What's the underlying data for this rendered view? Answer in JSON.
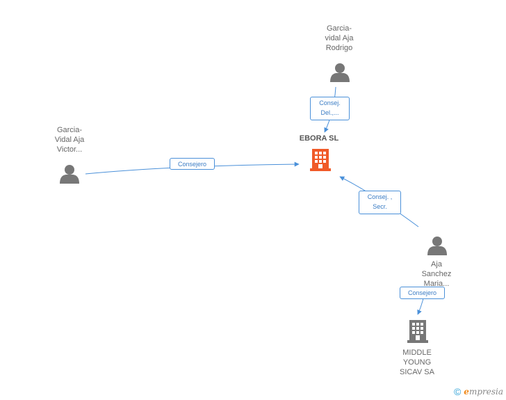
{
  "nodes": {
    "victor": {
      "label": "Garcia-\nVidal Aja\nVictor...",
      "type": "person"
    },
    "rodrigo": {
      "label": "Garcia-\nvidal Aja\nRodrigo",
      "type": "person"
    },
    "ebora": {
      "label": "EBORA SL",
      "type": "company",
      "highlight_color": "#f05a28"
    },
    "maria": {
      "label": "Aja\nSanchez\nMaria...",
      "type": "person"
    },
    "middle": {
      "label": "MIDDLE\nYOUNG\nSICAV SA",
      "type": "company"
    }
  },
  "edges": {
    "victor_ebora": {
      "label": "Consejero"
    },
    "rodrigo_ebora": {
      "label": "Consej.\nDel.,..."
    },
    "maria_ebora": {
      "label": "Consej. ,\nSecr."
    },
    "maria_middle": {
      "label": "Consejero"
    }
  },
  "colors": {
    "edge": "#4a90d9",
    "person_icon": "#777777",
    "company_icon": "#777777",
    "highlight_company": "#f05a28"
  },
  "footer": {
    "copyright_symbol": "©",
    "brand_initial": "e",
    "brand_rest": "mpresia"
  }
}
